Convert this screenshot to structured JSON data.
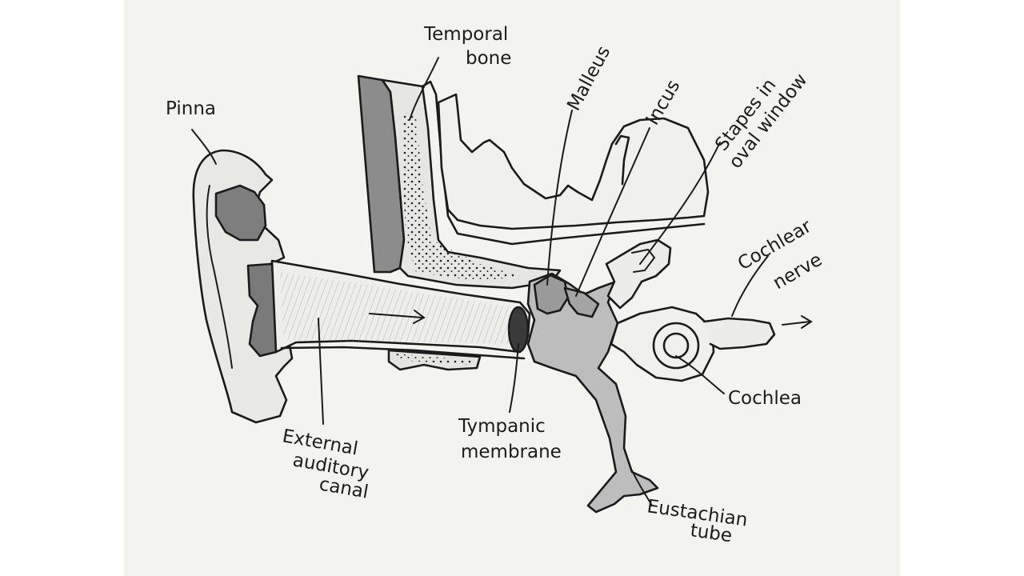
{
  "diagram": {
    "labels": {
      "pinna": "Pinna",
      "temporal_bone_1": "Temporal",
      "temporal_bone_2": "bone",
      "malleus": "Malleus",
      "incus": "Incus",
      "stapes_1": "Stapes in",
      "stapes_2": "oval window",
      "cochlear_nerve_1": "Cochlear",
      "cochlear_nerve_2": "nerve",
      "cochlea": "Cochlea",
      "eustachian_1": "Eustachian",
      "eustachian_2": "tube",
      "tympanic_1": "Tympanic",
      "tympanic_2": "membrane",
      "canal_1": "External",
      "canal_2": "auditory",
      "canal_3": "canal"
    }
  }
}
